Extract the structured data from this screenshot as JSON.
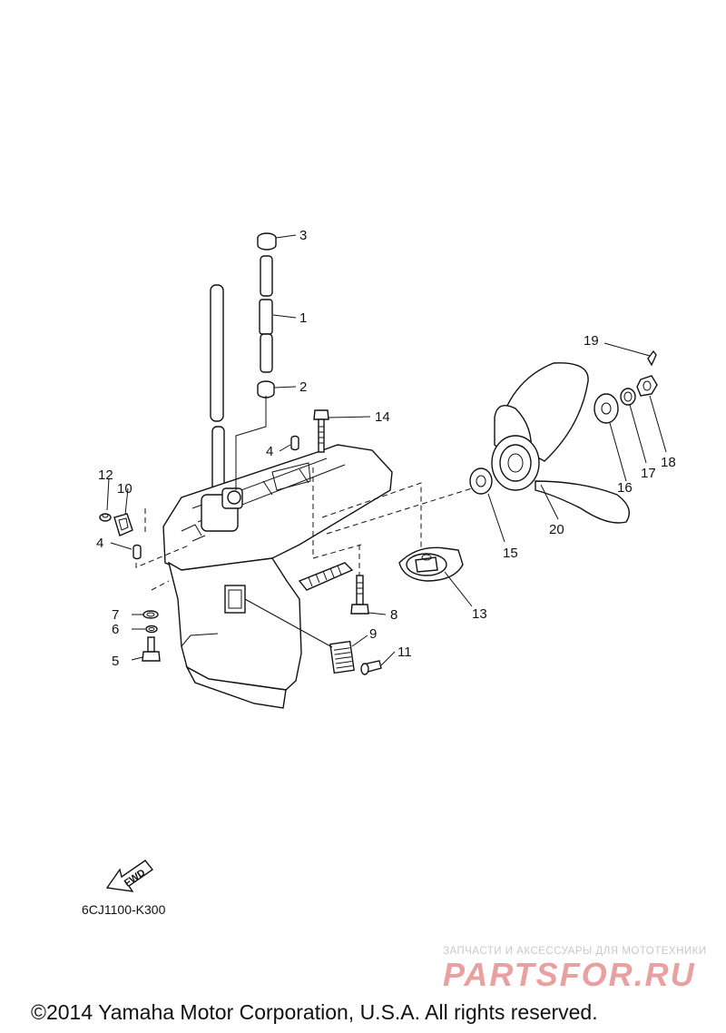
{
  "diagram": {
    "callouts": [
      {
        "id": "1",
        "label": "1"
      },
      {
        "id": "2",
        "label": "2"
      },
      {
        "id": "3",
        "label": "3"
      },
      {
        "id": "4a",
        "label": "4"
      },
      {
        "id": "4b",
        "label": "4"
      },
      {
        "id": "5",
        "label": "5"
      },
      {
        "id": "6",
        "label": "6"
      },
      {
        "id": "7",
        "label": "7"
      },
      {
        "id": "8",
        "label": "8"
      },
      {
        "id": "9",
        "label": "9"
      },
      {
        "id": "10",
        "label": "10"
      },
      {
        "id": "11",
        "label": "11"
      },
      {
        "id": "12",
        "label": "12"
      },
      {
        "id": "13",
        "label": "13"
      },
      {
        "id": "14",
        "label": "14"
      },
      {
        "id": "15",
        "label": "15"
      },
      {
        "id": "16",
        "label": "16"
      },
      {
        "id": "17",
        "label": "17"
      },
      {
        "id": "18",
        "label": "18"
      },
      {
        "id": "19",
        "label": "19"
      },
      {
        "id": "20",
        "label": "20"
      }
    ],
    "fwd_label": "FWD",
    "diagram_code": "6CJ1100-K300"
  },
  "watermark": {
    "tagline": "ЗАПЧАСТИ И АКСЕССУАРЫ ДЛЯ МОТОТЕХНИКИ",
    "logo": "PARTSFOR.RU",
    "color": "#e8a0a0"
  },
  "copyright": "©2014 Yamaha Motor Corporation, U.S.A. All rights reserved."
}
